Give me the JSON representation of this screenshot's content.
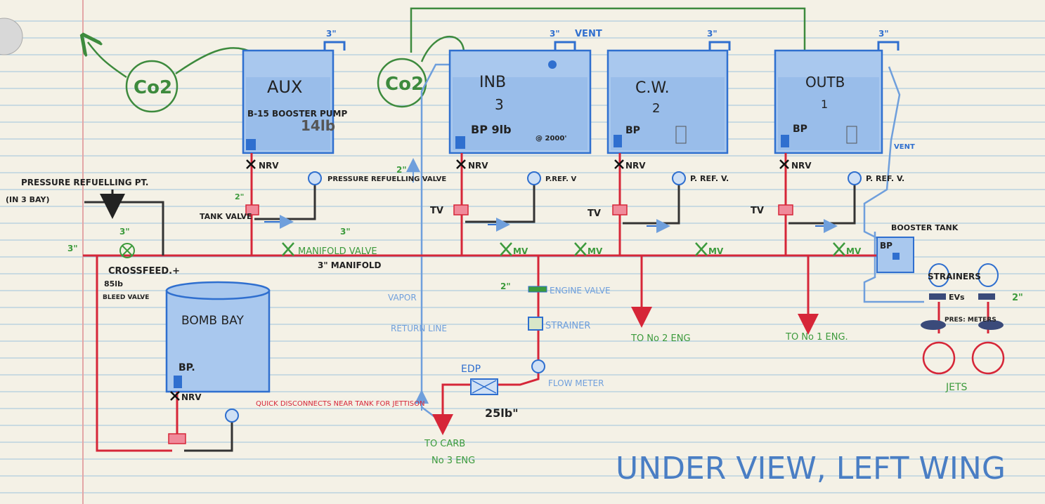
{
  "title": "UNDER VIEW, LEFT WING",
  "colors": {
    "paper": "#f4f1e6",
    "rule_line": "#9ec3dc",
    "margin_line": "#e3a6a6",
    "fuel_red": "#d62638",
    "vapor_blue": "#6f9fdc",
    "tank_blue": "#2f6fcf",
    "co2_green": "#3d8a3d",
    "valve_green": "#3c9a3c",
    "label_ink": "#222222",
    "pencil": "#555555"
  },
  "tanks": {
    "aux": {
      "name": "AUX",
      "pump": "B-15 BOOSTER PUMP",
      "weight": "14lb",
      "vent": "3\""
    },
    "inb": {
      "name": "INB",
      "num": "3",
      "pump": "BP 9lb",
      "pump_note": "@ 2000'",
      "vent": "3\"",
      "vent_label": "VENT"
    },
    "cw": {
      "name": "C.W.",
      "num": "2",
      "pump": "BP",
      "vent": "3\""
    },
    "outb": {
      "name": "OUTB",
      "num": "1",
      "pump": "BP",
      "vent": "3\""
    },
    "bomb_bay": {
      "name": "BOMB BAY",
      "pump": "BP."
    }
  },
  "co2": [
    "Co2",
    "Co2"
  ],
  "labels": {
    "pressure_refuel_pt": "PRESSURE REFUELLING PT.",
    "in_3_bay": "(IN 3 BAY)",
    "pressure_refuel_valve": "PRESSURE REFUELLING VALVE",
    "nrv": "NRV",
    "tank_valve": "TANK VALVE",
    "tank_valve_size": "2\"",
    "tv": "TV",
    "p_ref_v": "P. REF. V.",
    "p_ref_v_short": "P.REF. V",
    "manifold_valve": "MANIFOLD VALVE",
    "manifold": "3\" MANIFOLD",
    "three_in": "3\"",
    "two_in": "2\"",
    "mv": "MV",
    "crossfeed": "CROSSFEED.+",
    "bleed_weight": "85lb",
    "bleed_valve": "BLEED VALVE",
    "vapor": "VAPOR",
    "return_line": "RETURN LINE",
    "engine_valve": "ENGINE VALVE",
    "strainer": "STRAINER",
    "flow_meter": "FLOW METER",
    "edp": "EDP",
    "edp_pressure": "25lb\"",
    "to_carb": "TO CARB",
    "no3_eng": "No 3 ENG",
    "to_no2": "TO No 2 ENG",
    "to_no1": "TO No 1 ENG.",
    "booster_tank": "BOOSTER TANK",
    "bp": "BP",
    "strainers": "STRAINERS",
    "evs": "EVs",
    "pres_meters": "PRES: METERS",
    "jets": "JETS",
    "quick_disconnects": "QUICK DISCONNECTS NEAR TANK FOR JETTISON",
    "vent": "VENT"
  }
}
